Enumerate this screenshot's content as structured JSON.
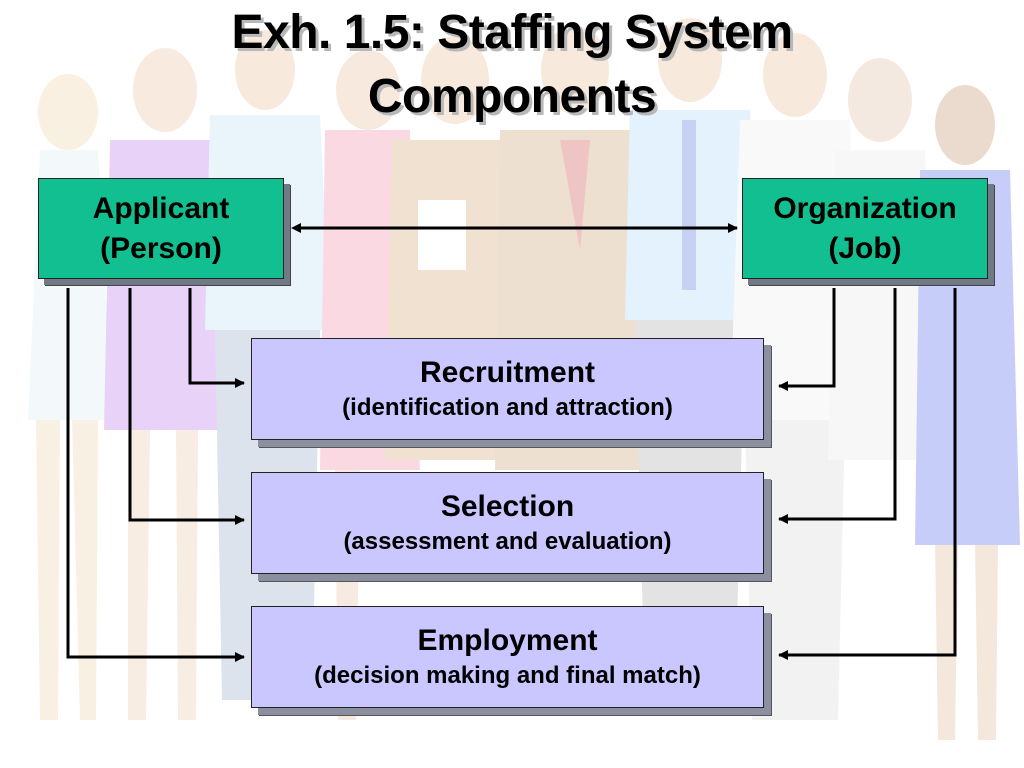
{
  "title": {
    "line1": "Exh. 1.5:  Staffing System",
    "line2": "Components"
  },
  "applicant": {
    "line1": "Applicant",
    "line2": "(Person)"
  },
  "organization": {
    "line1": "Organization",
    "line2": "(Job)"
  },
  "stages": [
    {
      "name": "Recruitment",
      "desc": "(identification and attraction)"
    },
    {
      "name": "Selection",
      "desc": "(assessment and evaluation)"
    },
    {
      "name": "Employment",
      "desc": "(decision making and final match)"
    }
  ],
  "colors": {
    "person_box": "#12bf90",
    "stage_box": "#cac6ff",
    "arrows": "#000000"
  },
  "background_icon": "faded-business-people-illustration"
}
